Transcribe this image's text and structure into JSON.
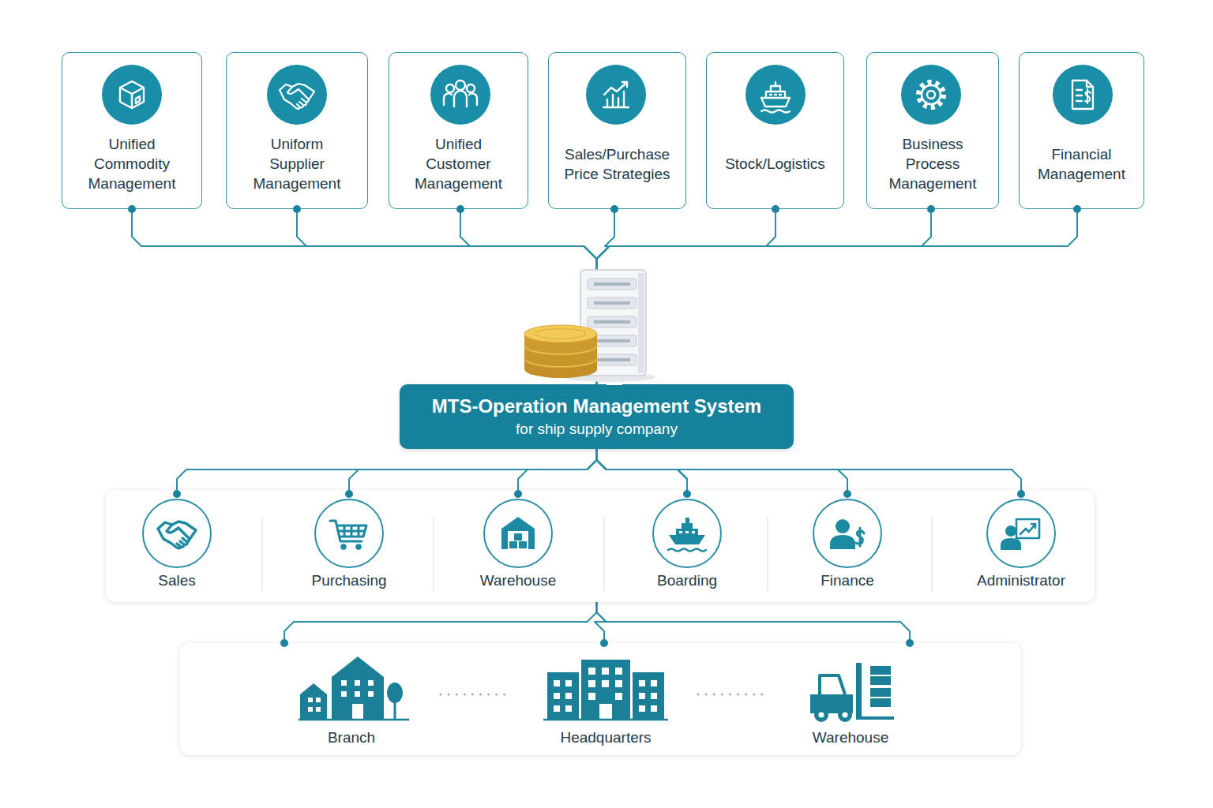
{
  "diagram": {
    "nodes": [
      {
        "text": [
          "Unified Commodity Management"
        ]
      },
      {
        "text": [
          "Uniform Supplier Management"
        ]
      },
      {
        "text": [
          "Unified Customer Management"
        ]
      },
      {
        "text": [
          "Sales/Purchase Price Strategies"
        ]
      },
      {
        "text": [
          "Stock/Logistics"
        ]
      },
      {
        "text": [
          "Business Process Management"
        ]
      },
      {
        "text": [
          "Financial Management"
        ]
      },
      {
        "text": [
          "MTS-Operation Management System",
          "for ship supply company"
        ]
      },
      {
        "text": [
          "Sales"
        ]
      },
      {
        "text": [
          "Purchasing"
        ]
      },
      {
        "text": [
          "Warehouse"
        ]
      },
      {
        "text": [
          "Boarding"
        ]
      },
      {
        "text": [
          "Finance"
        ]
      },
      {
        "text": [
          "Administrator"
        ]
      },
      {
        "text": [
          "Branch"
        ]
      },
      {
        "text": [
          "Headquarters"
        ]
      },
      {
        "text": [
          "Warehouse"
        ]
      }
    ],
    "edges": [
      {
        "from": 0,
        "to": 7,
        "arrow": "none"
      },
      {
        "from": 1,
        "to": 7,
        "arrow": "none"
      },
      {
        "from": 2,
        "to": 7,
        "arrow": "none"
      },
      {
        "from": 3,
        "to": 7,
        "arrow": "none"
      },
      {
        "from": 4,
        "to": 7,
        "arrow": "none"
      },
      {
        "from": 5,
        "to": 7,
        "arrow": "none"
      },
      {
        "from": 6,
        "to": 7,
        "arrow": "none"
      },
      {
        "from": 7,
        "to": 8,
        "arrow": "none"
      },
      {
        "from": 7,
        "to": 9,
        "arrow": "none"
      },
      {
        "from": 7,
        "to": 10,
        "arrow": "none"
      },
      {
        "from": 7,
        "to": 11,
        "arrow": "none"
      },
      {
        "from": 7,
        "to": 12,
        "arrow": "none"
      },
      {
        "from": 7,
        "to": 13,
        "arrow": "none"
      },
      {
        "from": 7,
        "to": 14,
        "arrow": "none"
      },
      {
        "from": 7,
        "to": 15,
        "arrow": "none"
      },
      {
        "from": 7,
        "to": 16,
        "arrow": "none"
      }
    ]
  }
}
